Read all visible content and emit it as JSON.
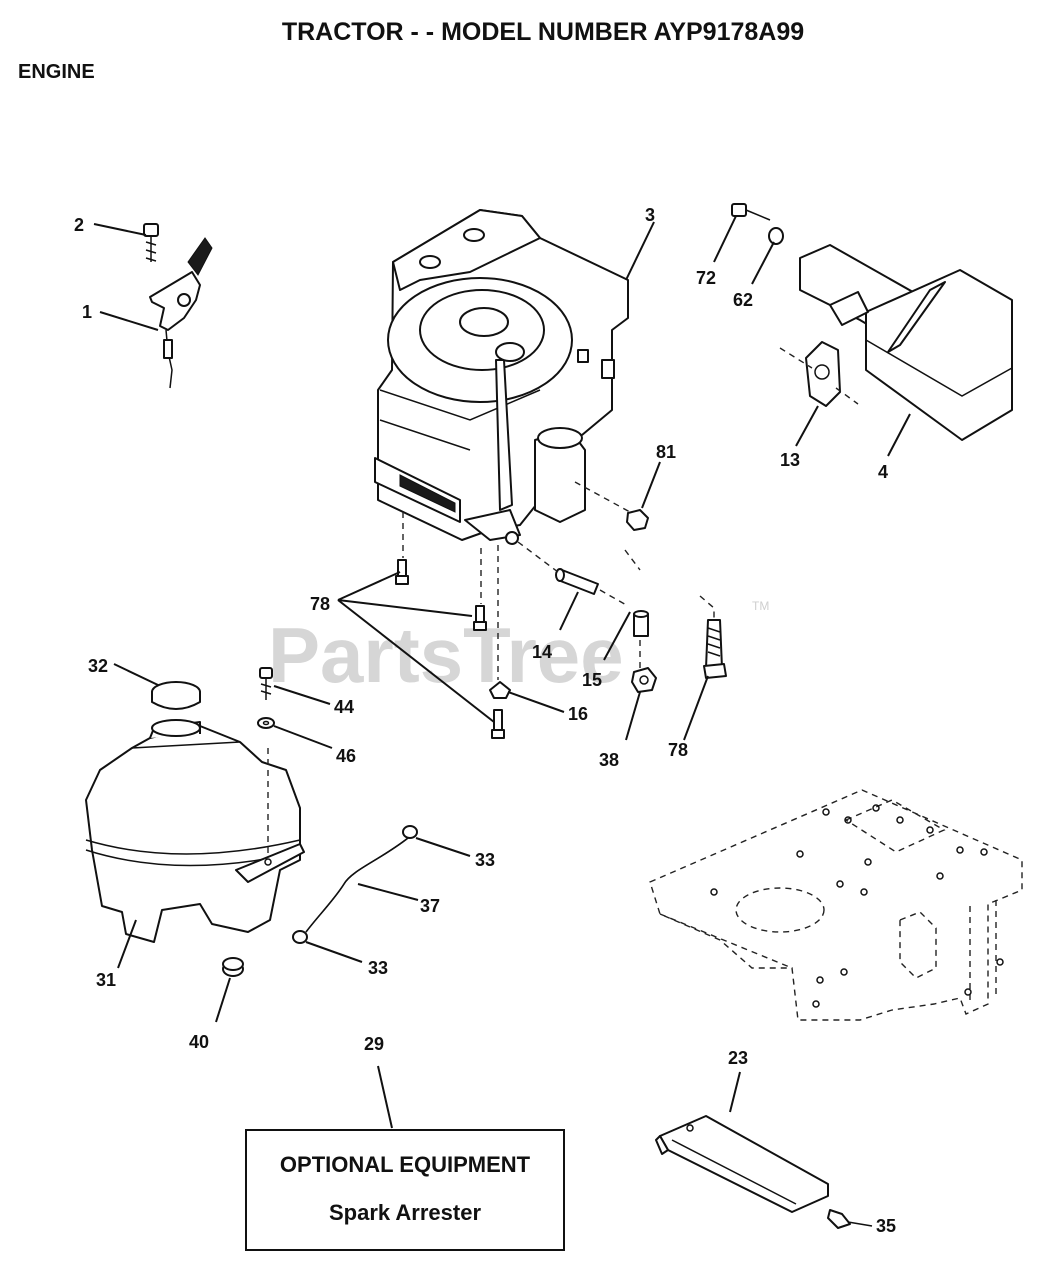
{
  "title": "TRACTOR - - MODEL NUMBER AYP9178A99",
  "section": "ENGINE",
  "watermark": {
    "text": "PartsTree",
    "mark": "TM"
  },
  "callouts": {
    "c1": "1",
    "c2": "2",
    "c3": "3",
    "c4": "4",
    "c13": "13",
    "c14": "14",
    "c15": "15",
    "c16": "16",
    "c23": "23",
    "c29": "29",
    "c31": "31",
    "c32": "32",
    "c33a": "33",
    "c33b": "33",
    "c35": "35",
    "c37": "37",
    "c38": "38",
    "c40": "40",
    "c44": "44",
    "c46": "46",
    "c62": "62",
    "c72": "72",
    "c78a": "78",
    "c78b": "78",
    "c81": "81"
  },
  "optional_box": {
    "heading": "OPTIONAL EQUIPMENT",
    "item": "Spark Arrester"
  }
}
